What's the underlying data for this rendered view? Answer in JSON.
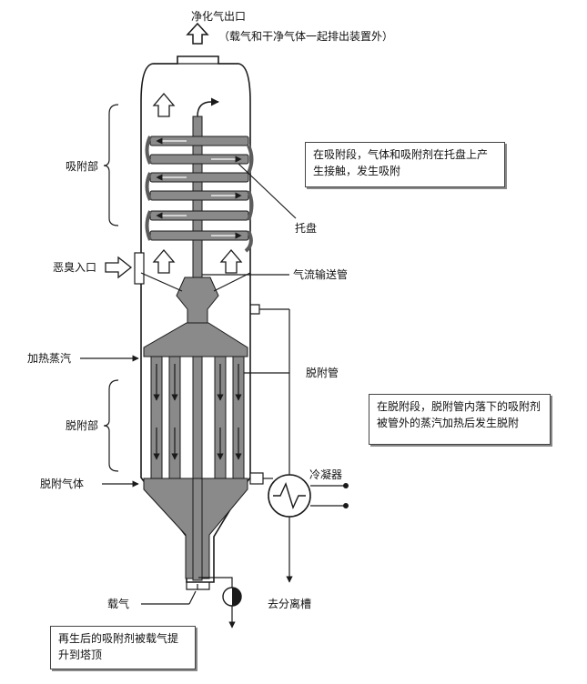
{
  "labels": {
    "outlet_title": "净化气出口",
    "outlet_note": "（载气和干净气体一起排出装置外）",
    "adsorption_section": "吸附部",
    "malodor_inlet": "恶臭入口",
    "heating_steam": "加热蒸汽",
    "desorption_section": "脱附部",
    "desorbed_gas": "脱附气体",
    "carrier_gas": "载气",
    "tray": "托盘",
    "gas_transfer_pipe": "气流输送管",
    "desorption_tubes": "脱附管",
    "condenser": "冷凝器",
    "to_separator": "去分离槽"
  },
  "notes": {
    "adsorption_note": "在吸附段，气体和吸附剂在托盘上产生接触，发生吸附",
    "desorption_note": "在脱附段，脱附管内落下的吸附剂被管外的蒸汽加热后发生脱附",
    "regeneration_note": "再生后的吸附剂被载气提升到塔顶"
  },
  "colors": {
    "adsorbent_fill": "#8a8a8a",
    "adsorbent_dark": "#5c5c5c",
    "line": "#1a1a1a"
  }
}
